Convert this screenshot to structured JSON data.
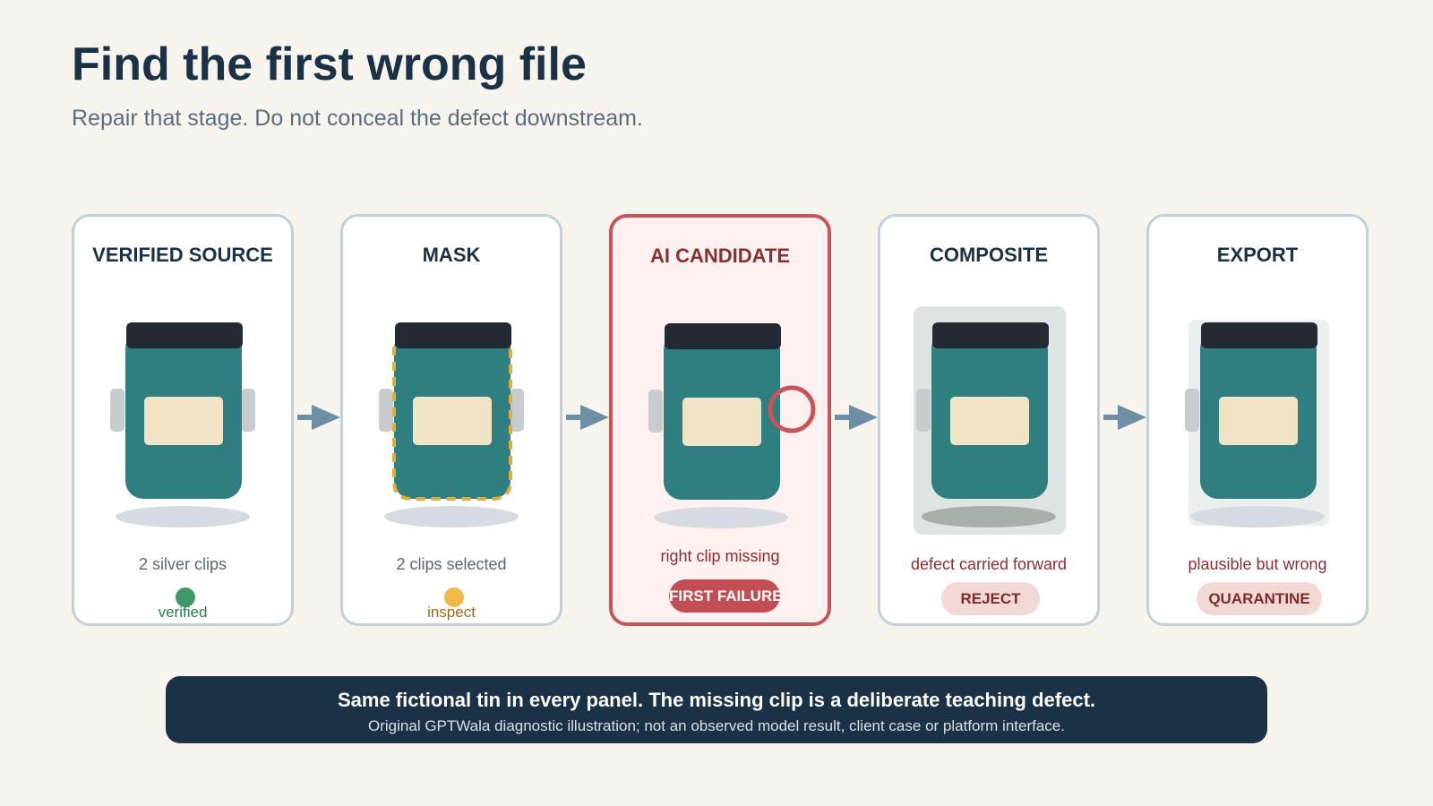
{
  "title": "Find the first wrong file",
  "subtitle": "Repair that stage. Do not conceal the defect downstream.",
  "colors": {
    "background": "#f7f4ee",
    "navy": "#1b3146",
    "tin_body": "#2f7f80",
    "tin_lid": "#232a33",
    "tin_label": "#f0e3c6",
    "clip": "#c7cccf",
    "failure_red": "#c85457",
    "mask_outline": "#e0ad3d",
    "verified_green": "#3c9a68",
    "inspect_amber": "#f0b948",
    "arrow": "#6e8fa3"
  },
  "stages": [
    {
      "title": "VERIFIED SOURCE",
      "caption": "2 silver clips",
      "status": {
        "kind": "dot",
        "label": "verified",
        "color": "#3c9a68"
      }
    },
    {
      "title": "MASK",
      "caption": "2 clips selected",
      "status": {
        "kind": "dot",
        "label": "inspect",
        "color": "#f0b948"
      }
    },
    {
      "title": "AI CANDIDATE",
      "caption": "right clip missing",
      "status": {
        "kind": "pill",
        "label": "FIRST FAILURE"
      }
    },
    {
      "title": "COMPOSITE",
      "caption": "defect carried forward",
      "status": {
        "kind": "pill",
        "label": "REJECT"
      }
    },
    {
      "title": "EXPORT",
      "caption": "plausible but wrong",
      "status": {
        "kind": "pill",
        "label": "QUARANTINE"
      }
    }
  ],
  "banner": {
    "main": "Same fictional tin in every panel. The missing clip is a deliberate teaching defect.",
    "note": "Original GPTWala diagnostic illustration; not an observed model result, client case or platform interface."
  }
}
